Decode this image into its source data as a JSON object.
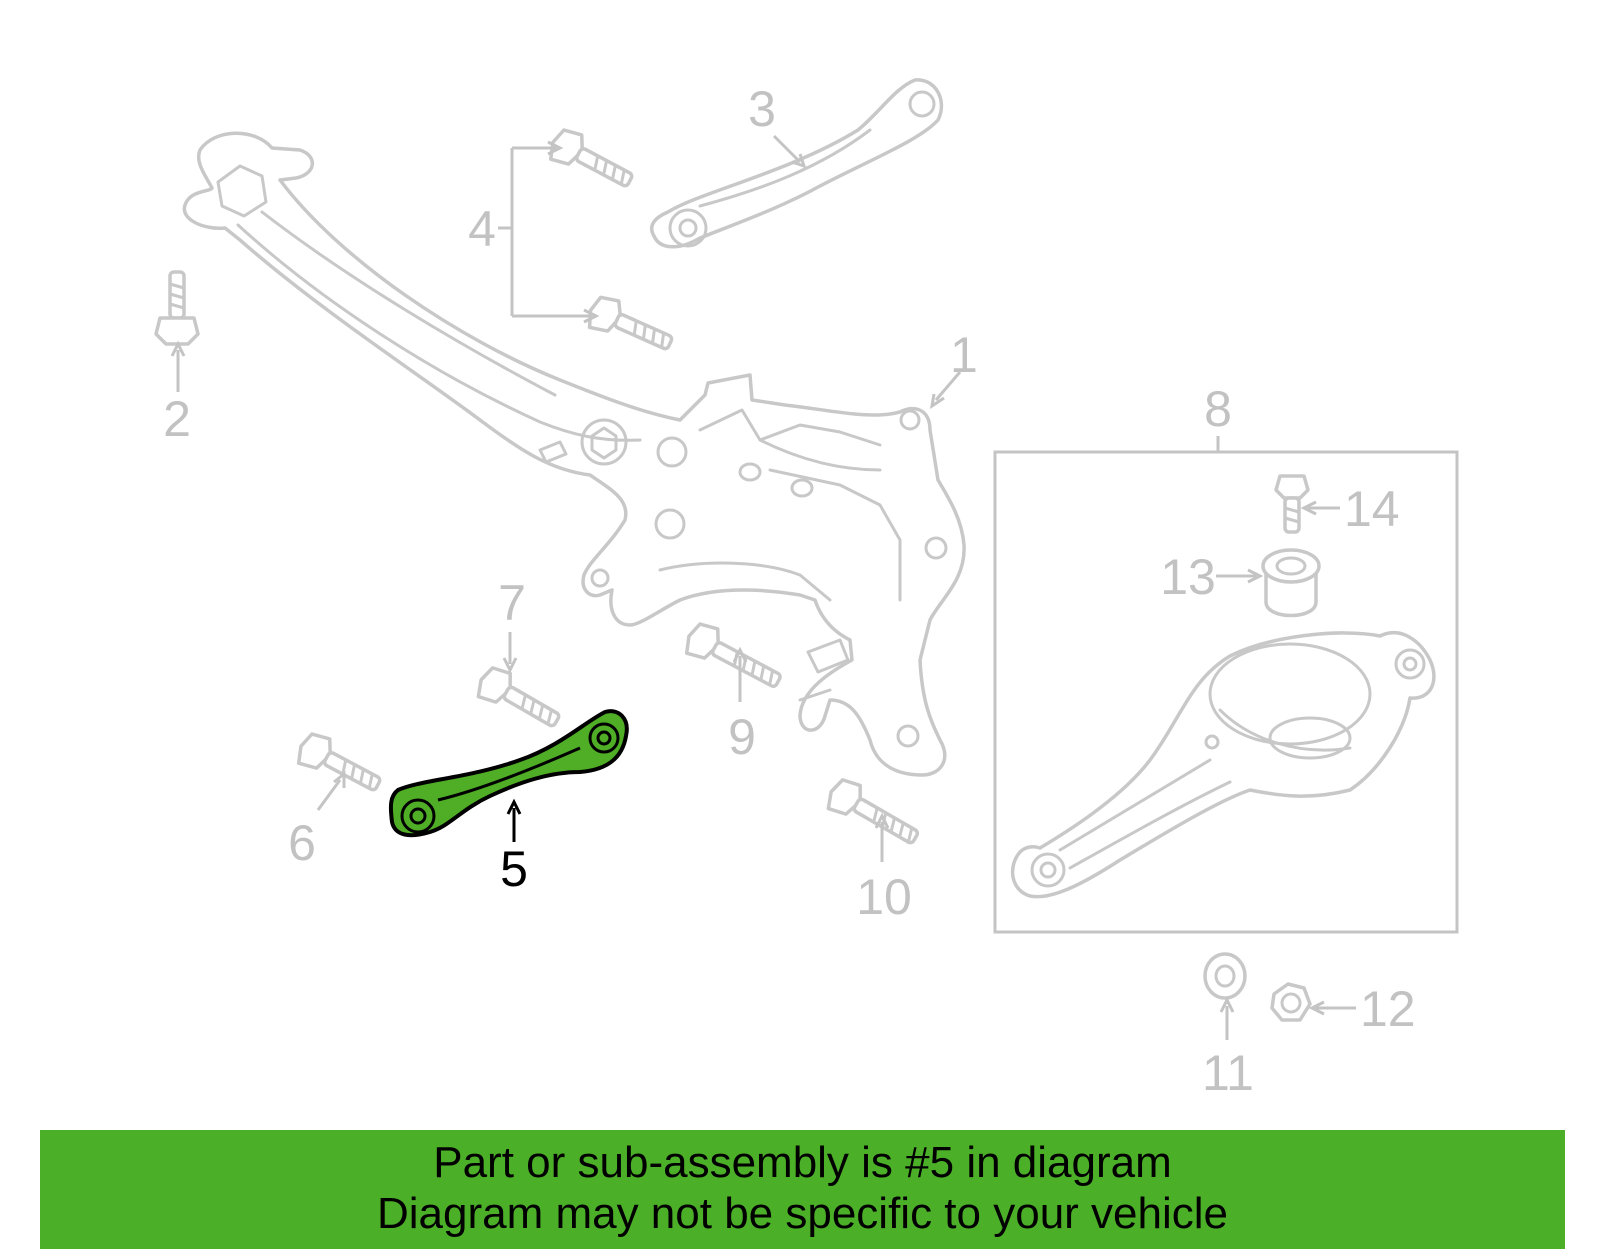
{
  "callouts": {
    "c1": "1",
    "c2": "2",
    "c3": "3",
    "c4": "4",
    "c5": "5",
    "c6": "6",
    "c7": "7",
    "c8": "8",
    "c9": "9",
    "c10": "10",
    "c11": "11",
    "c12": "12",
    "c13": "13",
    "c14": "14"
  },
  "highlighted_part": "5",
  "colors": {
    "highlight": "#4fae25",
    "banner": "#4caf28",
    "lineart": "#c8c8c8"
  },
  "banner": {
    "line1": "Part or sub-assembly is #5 in diagram",
    "line2": "Diagram may not be specific to your vehicle"
  }
}
